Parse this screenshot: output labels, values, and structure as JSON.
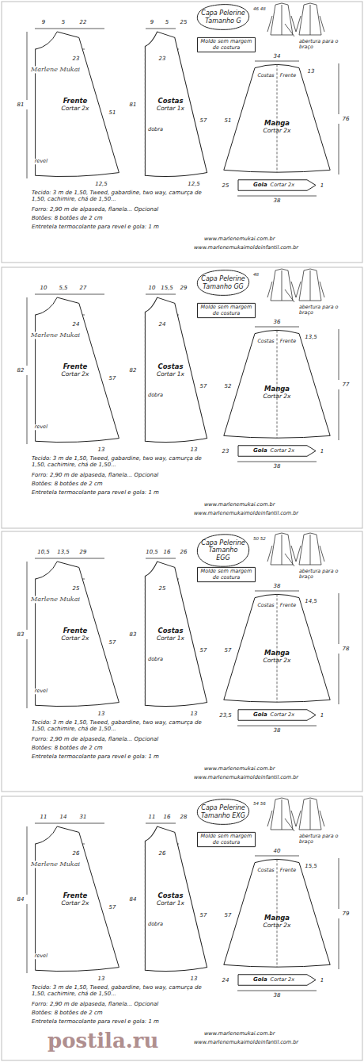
{
  "diagram": {
    "nodes": [
      {
        "text": [
          "Capa Pelerine Tamanho G"
        ]
      },
      {
        "text": [
          "Molde sem margem de costura"
        ]
      },
      {
        "text": [
          "Frente",
          "Cortar 2x"
        ]
      },
      {
        "text": [
          "Costas",
          "Cortar 1x"
        ]
      },
      {
        "text": [
          "Manga",
          "Cortar 2x"
        ]
      },
      {
        "text": [
          "Gola",
          "Cortar 2x"
        ]
      },
      {
        "text": [
          "Capa Pelerine Tamanho GG"
        ]
      },
      {
        "text": [
          "Molde sem margem de costura"
        ]
      },
      {
        "text": [
          "Frente",
          "Cortar 2x"
        ]
      },
      {
        "text": [
          "Costas",
          "Cortar 1x"
        ]
      },
      {
        "text": [
          "Manga",
          "Cortar 2x"
        ]
      },
      {
        "text": [
          "Gola",
          "Cortar 2x"
        ]
      },
      {
        "text": [
          "Capa Pelerine Tamanho EGG"
        ]
      },
      {
        "text": [
          "Molde sem margem de costura"
        ]
      },
      {
        "text": [
          "Frente",
          "Cortar 2x"
        ]
      },
      {
        "text": [
          "Costas",
          "Cortar 1x"
        ]
      },
      {
        "text": [
          "Manga",
          "Cortar 2x"
        ]
      },
      {
        "text": [
          "Gola",
          "Cortar 2x"
        ]
      },
      {
        "text": [
          "Capa Pelerine Tamanho EXG"
        ]
      },
      {
        "text": [
          "Molde sem margem de costura"
        ]
      },
      {
        "text": [
          "Frente",
          "Cortar 2x"
        ]
      },
      {
        "text": [
          "Costas",
          "Cortar 1x"
        ]
      },
      {
        "text": [
          "Manga",
          "Cortar 2x"
        ]
      },
      {
        "text": [
          "Gola",
          "Cortar 2x"
        ]
      }
    ],
    "labels": [
      "22",
      "9",
      "5",
      "23",
      "81",
      "51",
      "12,5",
      "revel",
      "25",
      "9",
      "5",
      "23",
      "81",
      "57",
      "12,5",
      "dobra",
      "34",
      "13",
      "51",
      "76",
      "25",
      "38",
      "1",
      "Costas",
      "Frente",
      "abertura para o braço",
      "www.marlenemukai.com.br",
      "www.marlenemukaimoldeinfantil.com.br",
      "Marlene Mukai",
      "Tecido: 3 m de 1,50, Tweed, gabardine, two way, camurça de 1,50, cachimire, chá de 1,50...",
      "Forro: 2,90 m de alpaseda, flanela... Opcional",
      "Botões: 8 botões de 2 cm",
      "Entretela termocolante para revel e gola: 1 m",
      "46 48",
      "27",
      "10",
      "5,5",
      "24",
      "82",
      "57",
      "13",
      "revel",
      "29",
      "10",
      "15,5",
      "24",
      "82",
      "57",
      "13",
      "dobra",
      "36",
      "13,5",
      "52",
      "77",
      "23",
      "38",
      "1",
      "Costas",
      "Frente",
      "abertura para o braço",
      "www.marlenemukai.com.br",
      "www.marlenemukaimoldeinfantil.com.br",
      "Marlene Mukai",
      "Tecido: 3 m de 1,50, Tweed, gabardine, two way, camurça de 1,50, cachimire, chá de 1,50...",
      "Forro: 2,90 m de alpaseda, flanela... Opcional",
      "Botões: 8 botões de 2 cm",
      "Entretela termocolante para revel e gola: 1 m",
      "48",
      "29",
      "10,5",
      "13,5",
      "25",
      "83",
      "57",
      "13",
      "revel",
      "26",
      "10,5",
      "16",
      "25",
      "83",
      "57",
      "13",
      "dobra",
      "38",
      "14,5",
      "57",
      "78",
      "23,5",
      "38",
      "1",
      "Costas",
      "Frente",
      "abertura para o braço",
      "www.marlenemukai.com.br",
      "www.marlenemukaimoldeinfantil.com.br",
      "Marlene Mukai",
      "Tecido: 3 m de 1,50, Tweed, gabardine, two way, camurça de 1,50, cachimire, chá de 1,50...",
      "Forro: 2,90 m de alpaseda, flanela... Opcional",
      "Botões: 8 botões de 2 cm",
      "Entretela termocolante para revel e gola: 1 m",
      "50 52",
      "31",
      "11",
      "14",
      "26",
      "84",
      "57",
      "13",
      "revel",
      "28",
      "11",
      "16",
      "26",
      "84",
      "57",
      "13",
      "dobra",
      "40",
      "15,5",
      "57",
      "79",
      "24",
      "38",
      "1",
      "Costas",
      "Frente",
      "abertura para o braço",
      "www.marlenemukai.com.br",
      "www.marlenemukaimoldeinfantil.com.br",
      "Marlene Mukai",
      "Tecido: 3 m de 1,50, Tweed, gabardine, two way, camurça de 1,50, cachimire, chá de 1,50...",
      "Forro: 2,90 m de alpaseda, flanela... Opcional",
      "Botões: 8 botões de 2 cm",
      "Entretela termocolante para revel e gola: 1 m",
      "54 56",
      "postila.ru"
    ]
  }
}
